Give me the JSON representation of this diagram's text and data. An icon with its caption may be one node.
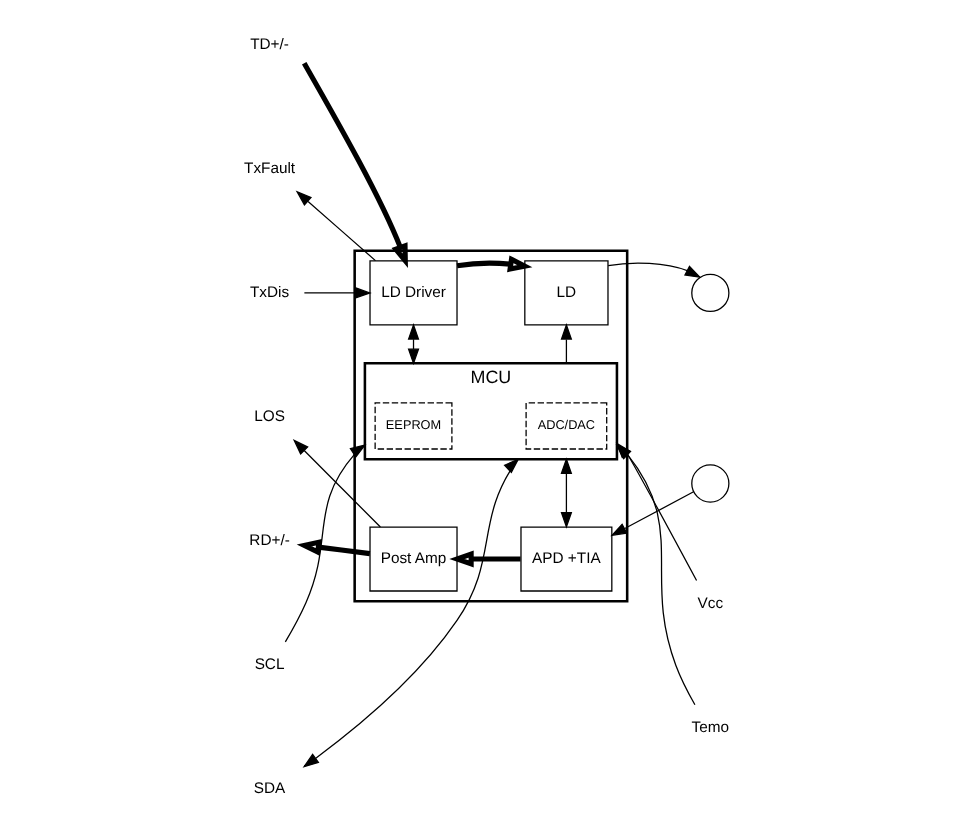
{
  "diagram": {
    "nodes": [
      {
        "text": [],
        "shape": "box"
      },
      {
        "text": [
          "TD+/-"
        ]
      },
      {
        "text": [
          "TxFault"
        ]
      },
      {
        "text": [
          "TxDis"
        ]
      },
      {
        "text": [
          "LD Driver"
        ],
        "in": 0
      },
      {
        "text": [
          "LD"
        ],
        "in": 0
      },
      {
        "text": [],
        "shape": "circle"
      },
      {
        "text": [
          "LOS"
        ]
      },
      {
        "text": [
          "RD+/-"
        ]
      },
      {
        "text": [
          "Post Amp"
        ],
        "in": 0
      },
      {
        "text": [
          "APD +TIA"
        ],
        "in": 0
      },
      {
        "text": [],
        "shape": "circle"
      },
      {
        "text": [
          "SCL"
        ]
      },
      {
        "text": [
          "SDA"
        ]
      },
      {
        "text": [
          "MCU"
        ],
        "in": 0
      },
      {
        "text": [
          "EEPROM"
        ],
        "in": 14
      },
      {
        "text": [
          "ADC/DAC"
        ],
        "in": 14
      },
      {
        "text": [
          "Vcc"
        ]
      },
      {
        "text": [
          "Temo"
        ]
      }
    ],
    "edges": [
      {
        "from": 1,
        "to": 4,
        "arrow": "to",
        "style": "thick"
      },
      {
        "from": 4,
        "to": 2,
        "arrow": "to"
      },
      {
        "from": 3,
        "to": 4,
        "arrow": "to"
      },
      {
        "from": 4,
        "to": 5,
        "arrow": "to",
        "style": "thick"
      },
      {
        "from": 14,
        "to": 4,
        "arrow": "both"
      },
      {
        "from": 14,
        "to": 5,
        "arrow": "to"
      },
      {
        "from": 5,
        "to": 6,
        "arrow": "to"
      },
      {
        "from": 9,
        "to": 7,
        "arrow": "to"
      },
      {
        "from": 9,
        "to": 8,
        "arrow": "to",
        "style": "thick"
      },
      {
        "from": 10,
        "to": 9,
        "arrow": "to",
        "style": "thick"
      },
      {
        "from": 11,
        "to": 10,
        "arrow": "to"
      },
      {
        "from": 10,
        "to": 14,
        "arrow": "both"
      },
      {
        "from": 12,
        "to": 14,
        "arrow": "to"
      },
      {
        "from": 13,
        "to": 14,
        "arrow": "both"
      },
      {
        "from": 17,
        "to": 14,
        "arrow": "to"
      },
      {
        "from": 18,
        "to": 14,
        "arrow": "to"
      }
    ]
  }
}
